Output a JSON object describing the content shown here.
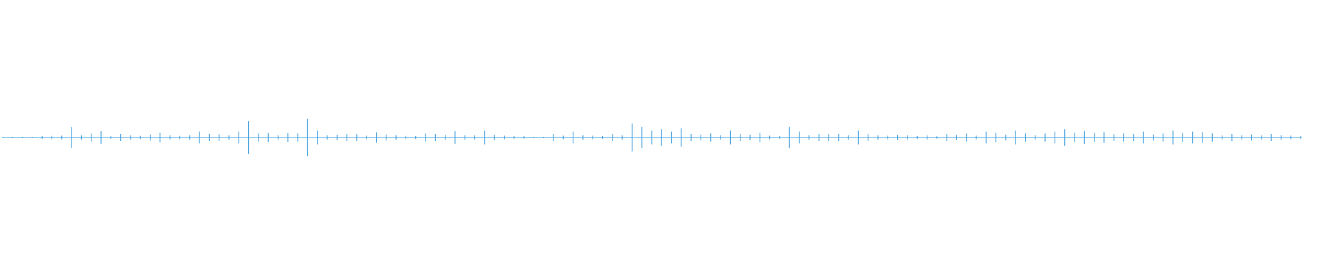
{
  "colors": {
    "background": "#ffffff",
    "waveform": "#4aa3df"
  },
  "waveform": {
    "peaks": [
      0.004,
      0.003,
      0.006,
      0.004,
      0.012,
      0.014,
      0.016,
      0.09,
      0.018,
      0.034,
      0.055,
      0.012,
      0.03,
      0.02,
      0.014,
      0.026,
      0.042,
      0.018,
      0.014,
      0.02,
      0.05,
      0.03,
      0.028,
      0.018,
      0.05,
      0.14,
      0.035,
      0.04,
      0.02,
      0.038,
      0.036,
      0.16,
      0.06,
      0.018,
      0.024,
      0.03,
      0.028,
      0.016,
      0.044,
      0.026,
      0.02,
      0.014,
      0.012,
      0.035,
      0.03,
      0.022,
      0.055,
      0.02,
      0.018,
      0.06,
      0.024,
      0.016,
      0.012,
      0.01,
      0.006,
      0.004,
      0.03,
      0.016,
      0.05,
      0.02,
      0.016,
      0.012,
      0.03,
      0.018,
      0.12,
      0.09,
      0.06,
      0.07,
      0.05,
      0.08,
      0.03,
      0.025,
      0.035,
      0.02,
      0.06,
      0.03,
      0.024,
      0.04,
      0.016,
      0.012,
      0.09,
      0.05,
      0.02,
      0.03,
      0.028,
      0.03,
      0.02,
      0.06,
      0.028,
      0.018,
      0.016,
      0.022,
      0.02,
      0.012,
      0.018,
      0.01,
      0.03,
      0.022,
      0.034,
      0.016,
      0.05,
      0.04,
      0.025,
      0.06,
      0.036,
      0.02,
      0.035,
      0.05,
      0.07,
      0.04,
      0.055,
      0.04,
      0.045,
      0.028,
      0.035,
      0.03,
      0.05,
      0.026,
      0.034,
      0.06,
      0.04,
      0.05,
      0.045,
      0.036,
      0.018,
      0.03,
      0.02,
      0.026,
      0.018,
      0.03,
      0.02,
      0.016,
      0.012
    ],
    "scale": 0.85
  }
}
